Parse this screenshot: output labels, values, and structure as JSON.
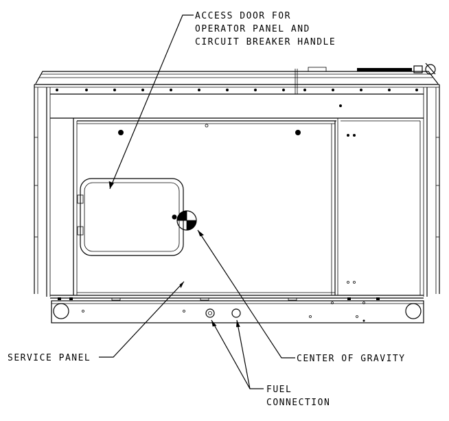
{
  "labels": {
    "access_door_line1": "ACCESS DOOR FOR",
    "access_door_line2": "OPERATOR PANEL AND",
    "access_door_line3": "CIRCUIT BREAKER HANDLE",
    "service_panel": "SERVICE PANEL",
    "center_of_gravity": "CENTER OF GRAVITY",
    "fuel_line1": "FUEL",
    "fuel_line2": "CONNECTION"
  },
  "colors": {
    "line": "#000000",
    "background": "#ffffff"
  }
}
